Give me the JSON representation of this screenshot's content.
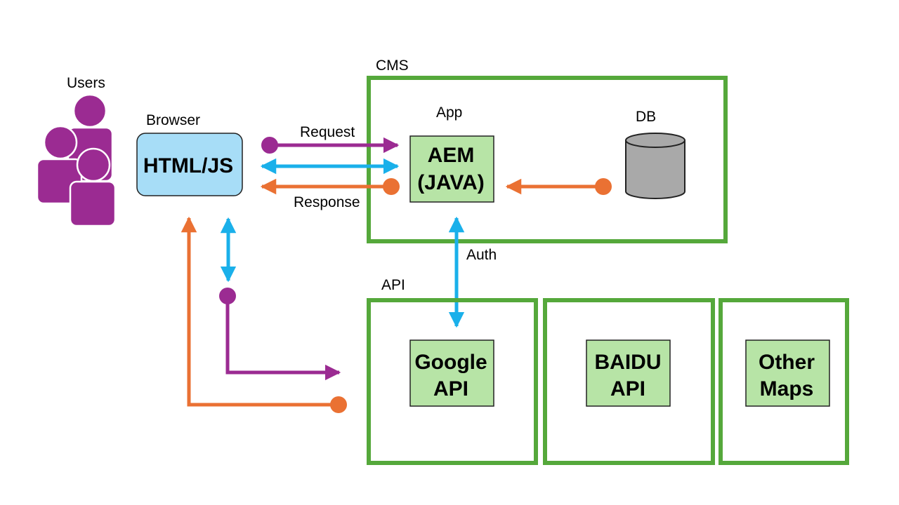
{
  "colors": {
    "purple": "#9b2b92",
    "blue": "#1ab0ea",
    "orange": "#ea7133",
    "green_border": "#55a83b",
    "green_fill": "#b7e4a6",
    "browser_fill": "#a7ddf7",
    "db_fill": "#a9a9a9"
  },
  "users": {
    "label": "Users",
    "icon": "users-group-icon"
  },
  "browser": {
    "label": "Browser",
    "box_text": "HTML/JS"
  },
  "cms": {
    "label": "CMS",
    "app_label": "App",
    "app_line1": "AEM",
    "app_line2": "(JAVA)",
    "db_label": "DB",
    "db_icon": "database-cylinder-icon"
  },
  "connections": {
    "request": "Request",
    "response": "Response",
    "auth": "Auth"
  },
  "api": {
    "label": "API",
    "providers": [
      {
        "line1": "Google",
        "line2": "API"
      },
      {
        "line1": "BAIDU",
        "line2": "API"
      },
      {
        "line1": "Other",
        "line2": "Maps"
      }
    ]
  }
}
